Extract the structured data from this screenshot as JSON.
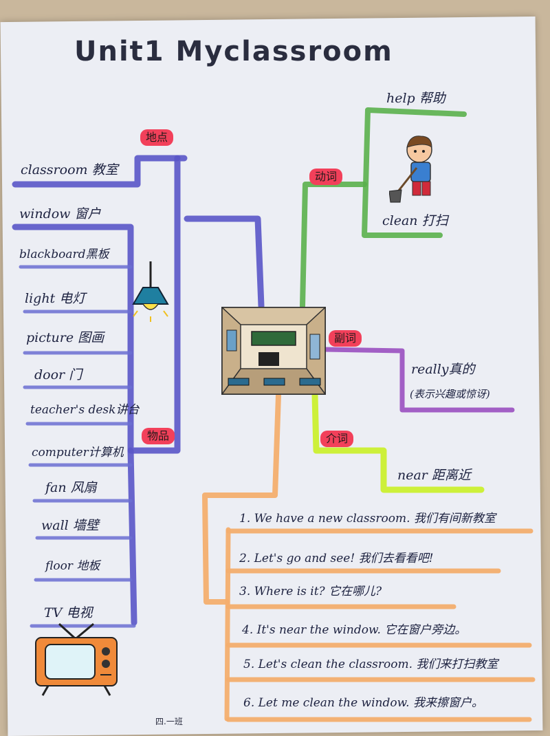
{
  "title": "Unit1 Myclassroom",
  "branches": {
    "place": "地点",
    "objects": "物品",
    "verbs": "动词",
    "adverb": "副词",
    "preposition": "介词"
  },
  "place_items": [
    "classroom 教室"
  ],
  "object_items": [
    "window 窗户",
    "blackboard黑板",
    "light 电灯",
    "picture 图画",
    "door 门",
    "teacher's desk讲台",
    "computer计算机",
    "fan 风扇",
    "wall 墙壁",
    "floor 地板",
    "TV 电视"
  ],
  "verb_items": [
    "help 帮助",
    "clean 打扫"
  ],
  "adverb_items": [
    "really真的",
    "(表示兴趣或惊讶)"
  ],
  "preposition_items": [
    "near 距离近"
  ],
  "sentences": [
    "1. We have a new classroom. 我们有间新教室",
    "2. Let's go and see! 我们去看看吧!",
    "3. Where is it? 它在哪儿?",
    "4. It's near the window. 它在窗户旁边。",
    "5. Let's clean the classroom. 我们来打扫教室",
    "6. Let me clean the window. 我来擦窗户。"
  ],
  "signature": "四.一班",
  "colors": {
    "paper": "#eceef4",
    "blue_branch": "#5a55c8",
    "green_branch": "#5bb04c",
    "purple_branch": "#9a4fc0",
    "lime_branch": "#cdf03a",
    "orange_branch": "#f4ae6e",
    "tag_red": "#f2405a"
  },
  "icons": [
    "lamp-icon",
    "classroom-picture-icon",
    "sweeping-boy-icon",
    "tv-icon"
  ]
}
